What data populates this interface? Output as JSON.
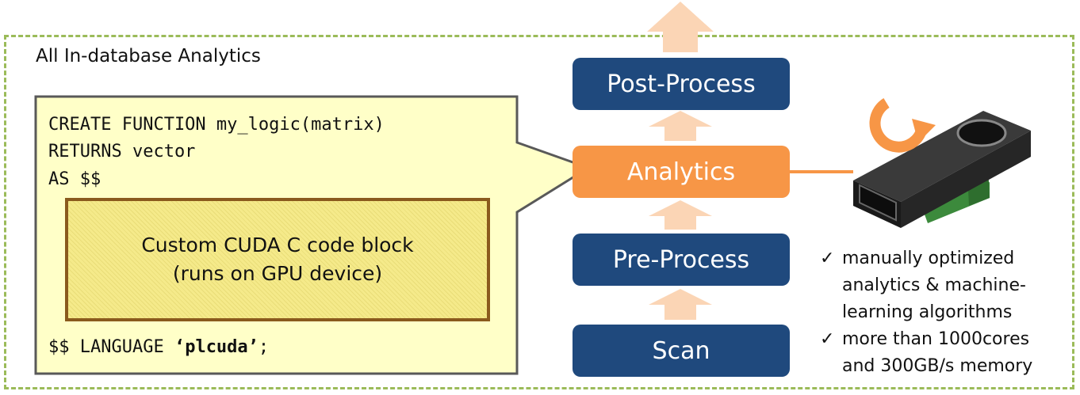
{
  "frame": {
    "title": "All In-database Analytics"
  },
  "code": {
    "line1": "CREATE FUNCTION my_logic(matrix)",
    "line2": "RETURNS vector",
    "line3": "AS $$",
    "last_prefix": "$$ LANGUAGE ",
    "last_lang": "‘plcuda’",
    "last_suffix": ";"
  },
  "cuda_block": {
    "line1": "Custom CUDA C code block",
    "line2": "(runs on GPU device)"
  },
  "pipeline": {
    "stages": [
      "Post-Process",
      "Analytics",
      "Pre-Process",
      "Scan"
    ]
  },
  "bullets": {
    "check_symbol": "✓",
    "item1": [
      "manually optimized",
      "analytics & machine-",
      "learning algorithms"
    ],
    "item2": [
      "more than 1000cores",
      "and 300GB/s memory"
    ]
  },
  "colors": {
    "frame_border": "#9bbb59",
    "callout_fill": "#ffffc8",
    "stage_blue": "#1f497d",
    "stage_orange": "#f79646",
    "arrow_peach": "#fbd5b5",
    "code_block_border": "#8a5a1d"
  }
}
